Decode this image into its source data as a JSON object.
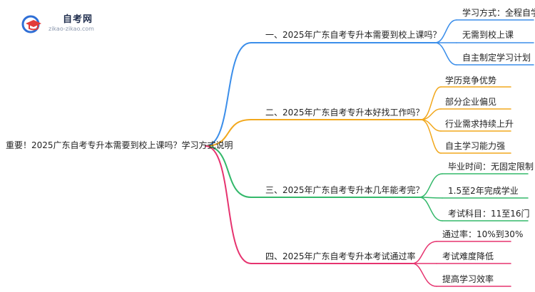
{
  "logo": {
    "title": "自考网",
    "url": "zikao-zikao.com"
  },
  "mindmap": {
    "root": "重要！2025广东自考专升本需要到校上课吗？学习方式说明",
    "branches": [
      {
        "label": "一、2025年广东自考专升本需要到校上课吗？",
        "color": "#3b8eea",
        "children": [
          "学习方式：全程自学",
          "无需到校上课",
          "自主制定学习计划"
        ]
      },
      {
        "label": "二、2025年广东自考专升本好找工作吗？",
        "color": "#f2a81d",
        "children": [
          "学历竞争优势",
          "部分企业偏见",
          "行业需求持续上升",
          "自主学习能力强"
        ]
      },
      {
        "label": "三、2025年广东自考专升本几年能考完？",
        "color": "#33b86a",
        "children": [
          "毕业时间：无固定限制",
          "1.5至2年完成学业",
          "考试科目：11至16门"
        ]
      },
      {
        "label": "四、2025年广东自考专升本考试通过率",
        "color": "#e6336f",
        "children": [
          "通过率：10%到30%",
          "考试难度降低",
          "提高学习效率"
        ]
      }
    ]
  }
}
